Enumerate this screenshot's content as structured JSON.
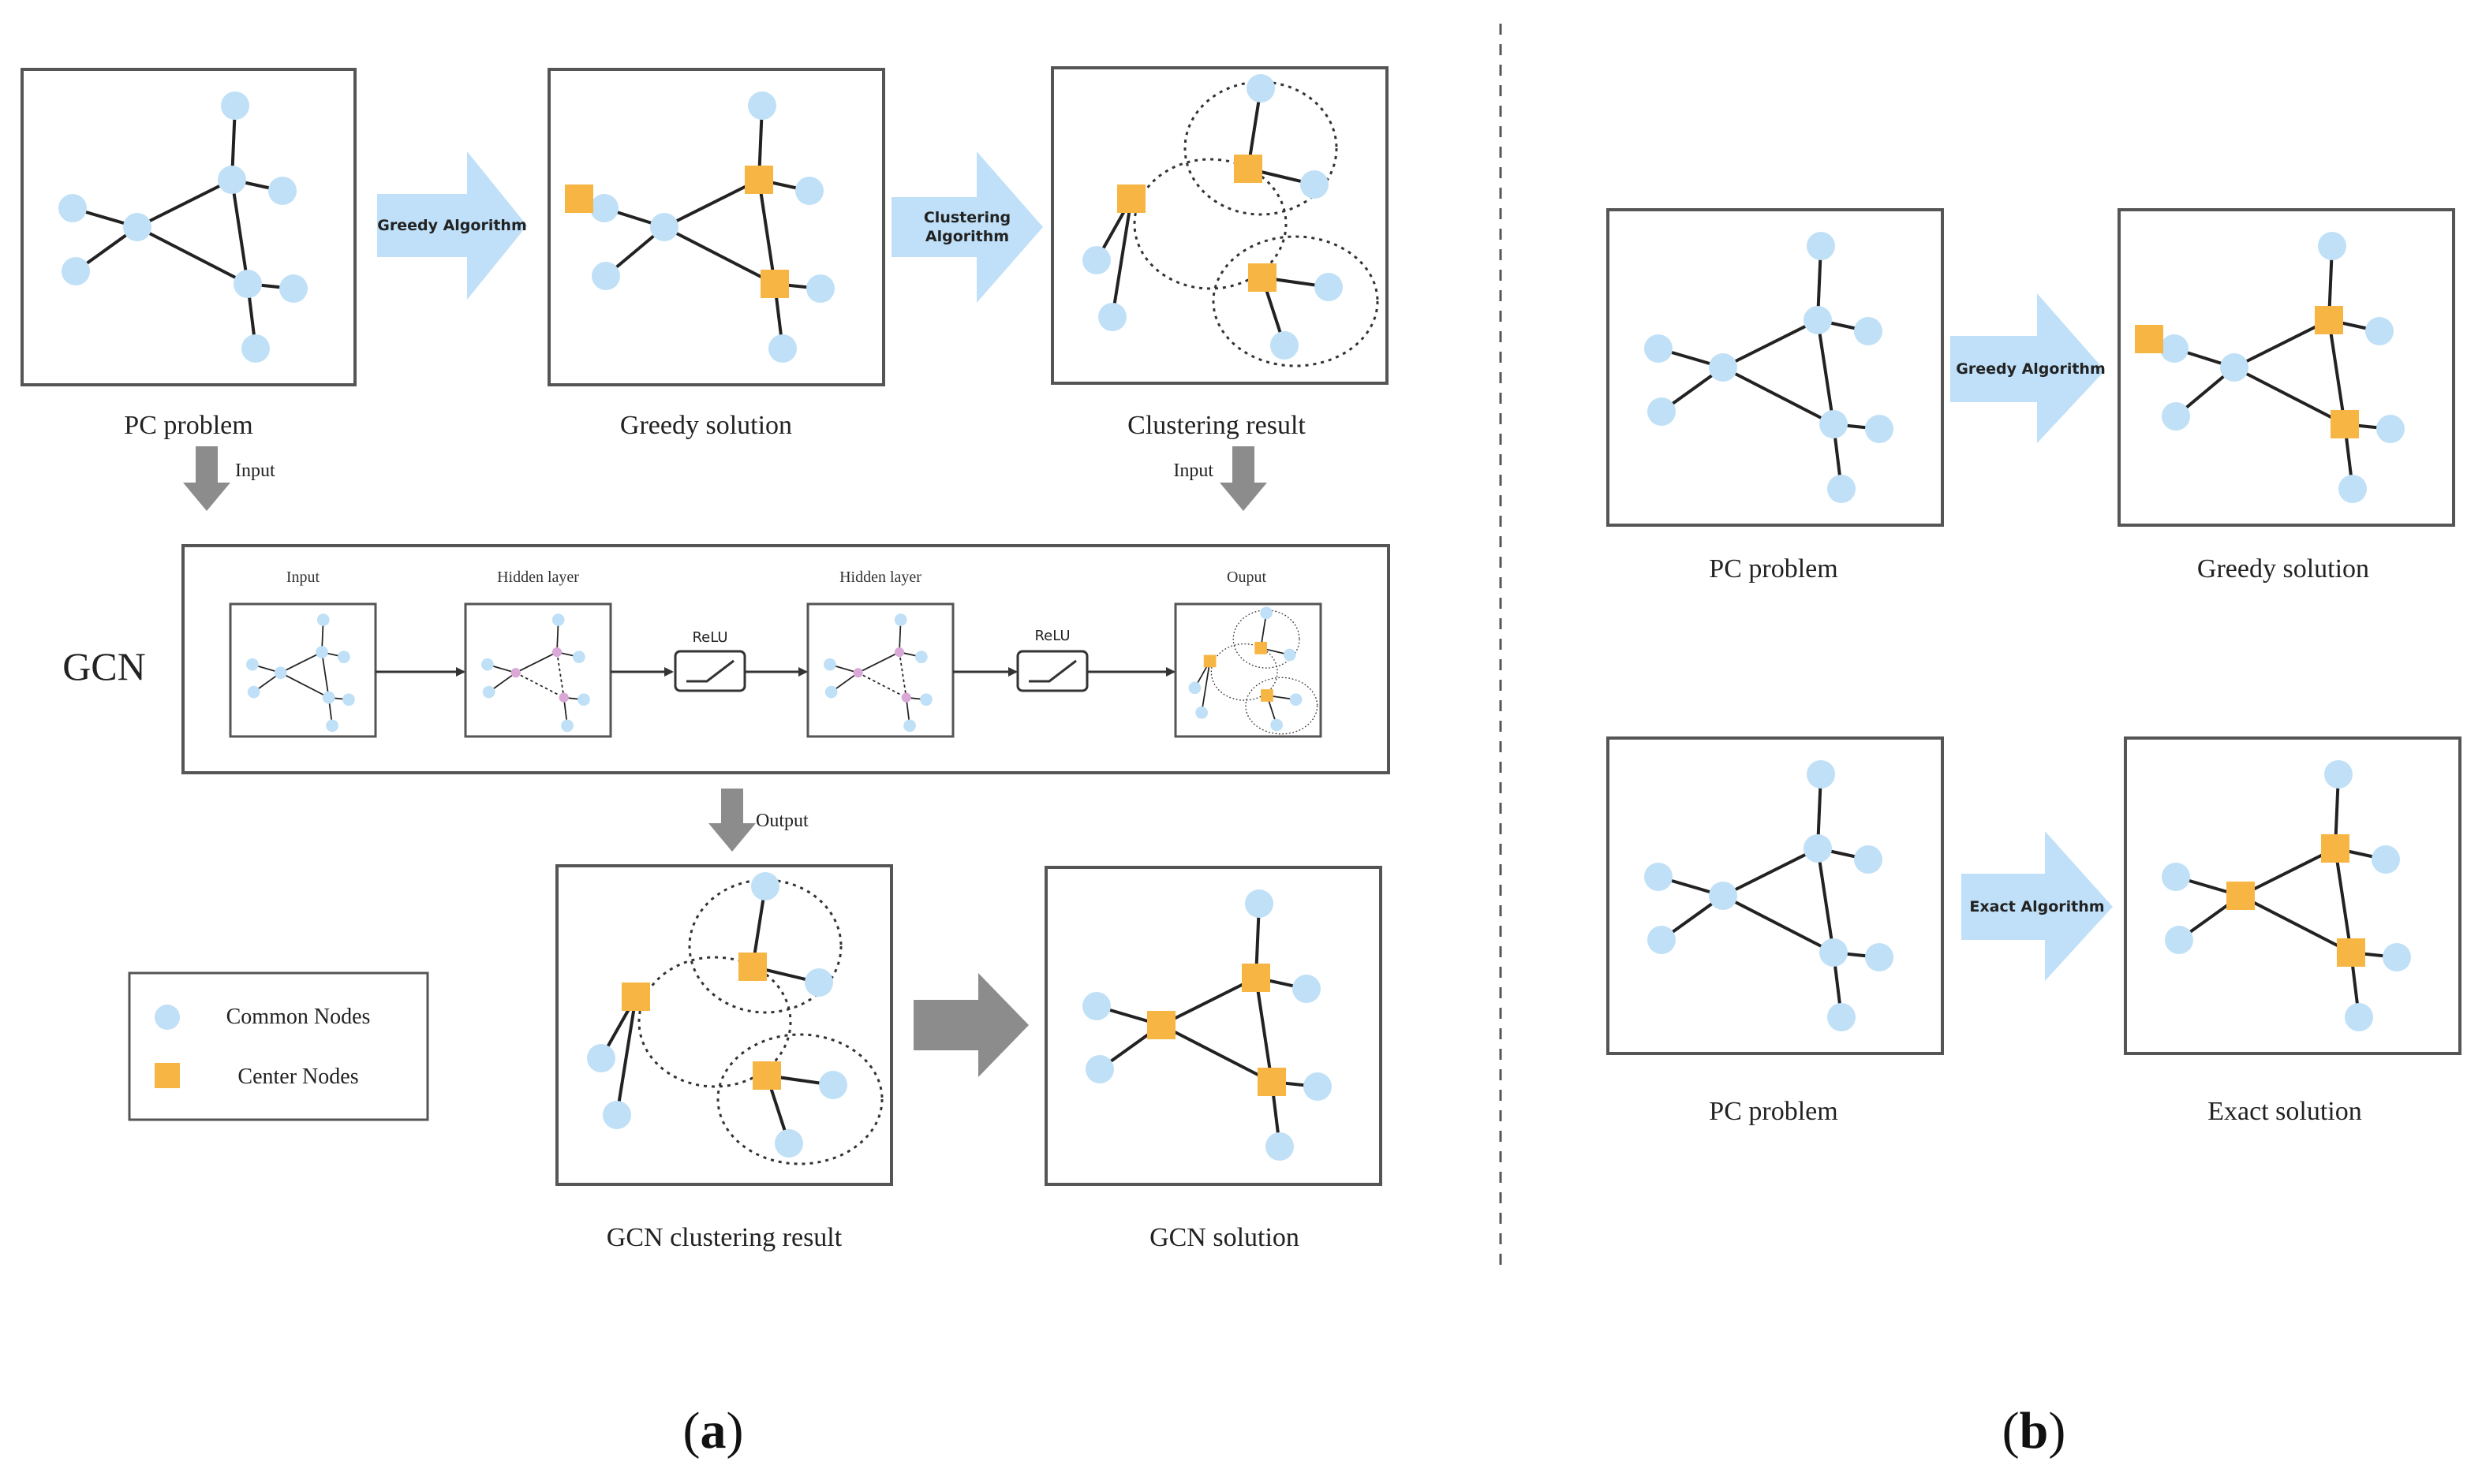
{
  "colors": {
    "common_node": "#bfe0f6",
    "center_node": "#f7b543",
    "edge": "#222222",
    "panel_border": "#555555",
    "flow_arrow": "#bfe0f8",
    "gray_arrow": "#8c8c8c",
    "hidden_node": "#d9a8d6"
  },
  "part_a": {
    "label_prefix": "(",
    "label_letter": "a",
    "label_suffix": ")",
    "pc_problem": "PC problem",
    "greedy_solution": "Greedy solution",
    "clustering_result": "Clustering result",
    "greedy_algorithm": "Greedy Algorithm",
    "clustering_algorithm_1": "Clustering",
    "clustering_algorithm_2": "Algorithm",
    "input_left": "Input",
    "input_right": "Input",
    "gcn_label": "GCN",
    "gcn_stages": {
      "input": "Input",
      "hidden_1": "Hidden layer",
      "hidden_2": "Hidden layer",
      "output": "Ouput",
      "relu_1": "ReLU",
      "relu_2": "ReLU"
    },
    "output_label": "Output",
    "gcn_clustering_result": "GCN clustering result",
    "gcn_solution": "GCN solution",
    "legend": {
      "common_nodes": "Common Nodes",
      "center_nodes": "Center Nodes"
    }
  },
  "part_b": {
    "label_prefix": "(",
    "label_letter": "b",
    "label_suffix": ")",
    "pc_problem_top": "PC problem",
    "greedy_solution": "Greedy solution",
    "greedy_algorithm": "Greedy Algorithm",
    "pc_problem_bottom": "PC problem",
    "exact_solution": "Exact solution",
    "exact_algorithm": "Exact Algorithm"
  }
}
